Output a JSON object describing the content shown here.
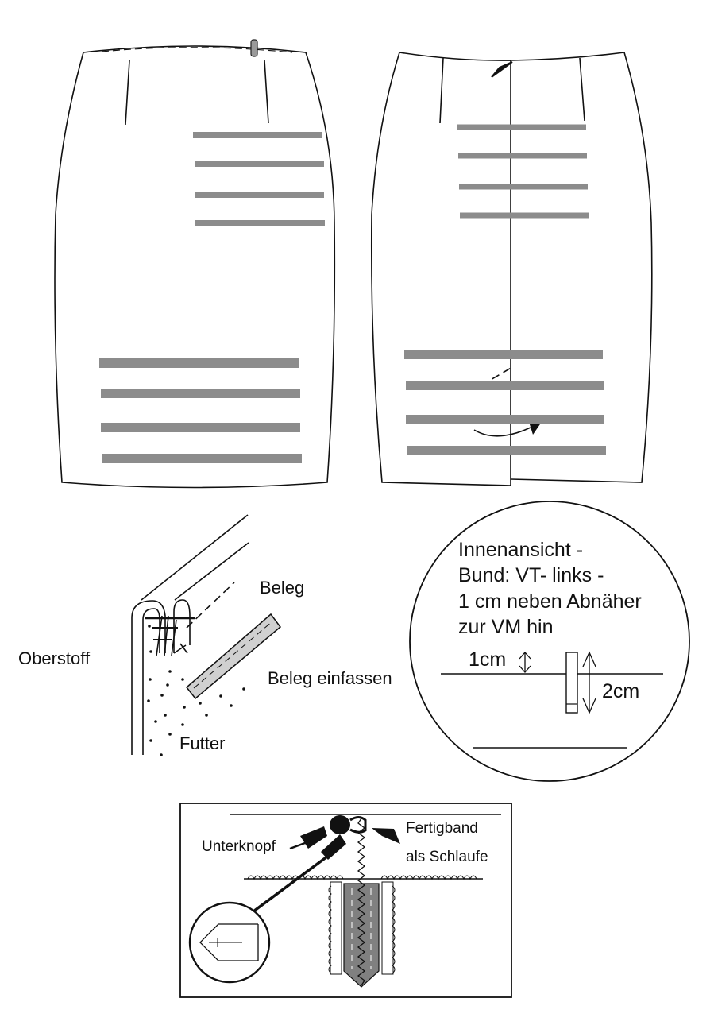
{
  "labels": {
    "oberstoff": "Oberstoff",
    "beleg": "Beleg",
    "beleg_einfassen": "Beleg einfassen",
    "futter": "Futter",
    "inner_line1": "Innenansicht -",
    "inner_line2": "Bund: VT- links -",
    "inner_line3": "1 cm neben Abnäher",
    "inner_line4": "zur VM hin",
    "dim_1cm": "1cm",
    "dim_2cm": "2cm",
    "unterknopf": "Unterknopf",
    "fertigband": "Fertigband",
    "als_schlaufe": "als Schlaufe"
  },
  "colors": {
    "line": "#111111",
    "grey_band": "#8c8c8c",
    "binding_fill": "#d0d0d0",
    "zipper_fill": "#808080"
  }
}
